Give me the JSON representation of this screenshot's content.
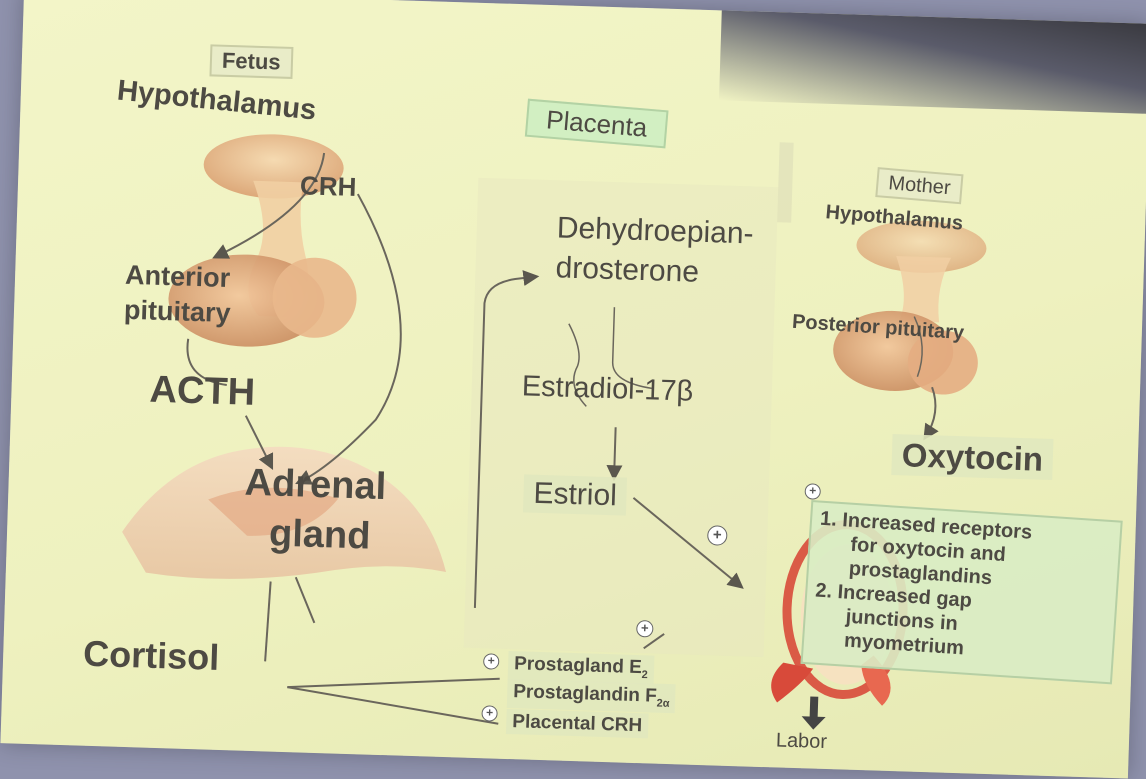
{
  "fetus": {
    "header": "Fetus",
    "hypothalamus": "Hypothalamus",
    "crh": "CRH",
    "anterior_pituitary_1": "Anterior",
    "anterior_pituitary_2": "pituitary",
    "acth": "ACTH",
    "adrenal_1": "Adrenal",
    "adrenal_2": "gland",
    "cortisol": "Cortisol"
  },
  "placenta": {
    "header": "Placenta",
    "dhea_1": "Dehydroepian-",
    "dhea_2": "drosterone",
    "estradiol": "Estradiol-17β",
    "estriol": "Estriol",
    "pge2_main": "Prostagland E",
    "pge2_sub": "2",
    "pgf2a_main": "Prostaglandin F",
    "pgf2a_sub": "2α",
    "placental_crh": "Placental CRH"
  },
  "mother": {
    "header": "Mother",
    "hypothalamus": "Hypothalamus",
    "posterior_pituitary": "Posterior pituitary",
    "oxytocin": "Oxytocin",
    "effect_1_a": "1. Increased receptors",
    "effect_1_b": "for oxytocin and",
    "effect_1_c": "prostaglandins",
    "effect_2_a": "2. Increased gap",
    "effect_2_b": "junctions in",
    "effect_2_c": "myometrium",
    "labor": "Labor"
  },
  "symbols": {
    "plus": "+"
  },
  "colors": {
    "screen_bg": "#f0f2c4",
    "tissue": "#e8b888",
    "tissue_dark": "#c98a5e",
    "uterus_red": "#d84a3a",
    "text": "#4d4a43",
    "placenta_box": "#d2efc2"
  }
}
